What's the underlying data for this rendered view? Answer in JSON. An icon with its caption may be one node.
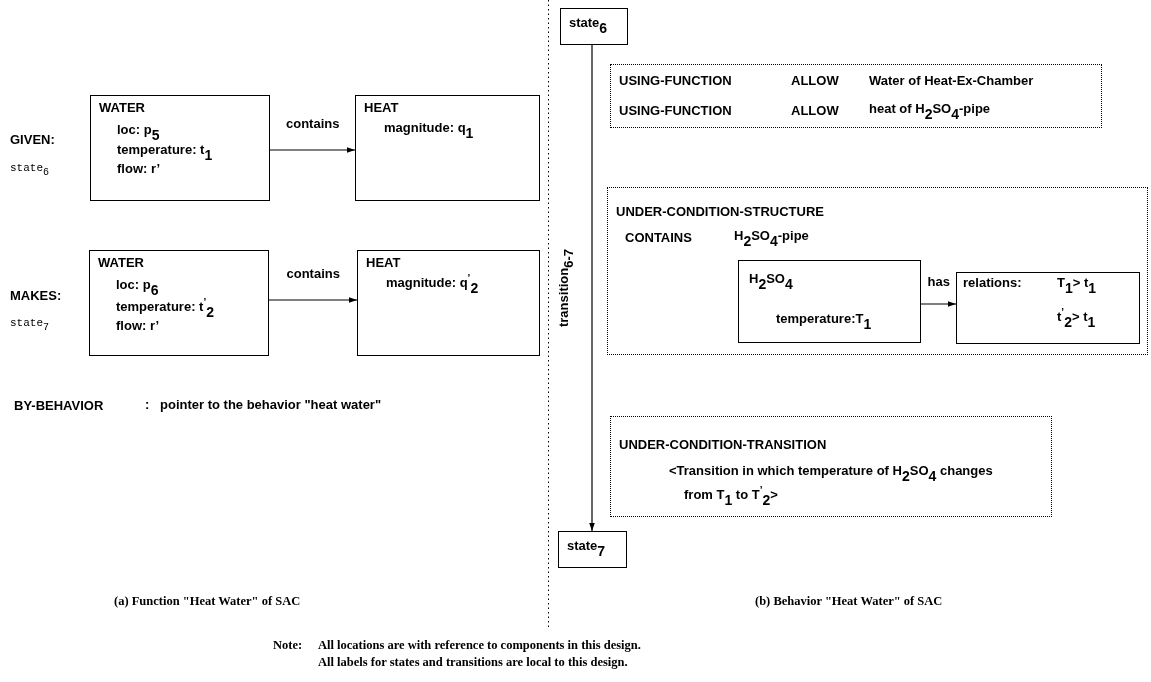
{
  "diagram": {
    "nodes": [
      {
        "text": [
          "WATER",
          "loc: p$_{5}$",
          "temperature: t$_{1}$",
          "flow: r’"
        ]
      },
      {
        "text": [
          "HEAT",
          "magnitude: q$_{1}$"
        ]
      },
      {
        "text": [
          "WATER",
          "loc: p$_{6}$",
          "temperature: t$^{’}$$_{2}$",
          "flow: r’"
        ]
      },
      {
        "text": [
          "HEAT",
          "magnitude: q$^{’}$$_{2}$"
        ]
      },
      {
        "text": [
          "state$_{6}$"
        ]
      },
      {
        "text": [
          "USING-FUNCTION",
          "ALLOW",
          "Water of Heat-Ex-Chamber",
          "USING-FUNCTION",
          "ALLOW",
          "heat of H$_{2}$SO$_{4}$-pipe"
        ]
      },
      {
        "text": [
          "UNDER-CONDITION-STRUCTURE",
          "CONTAINS",
          "H$_{2}$SO$_{4}$-pipe"
        ]
      },
      {
        "text": [
          "H$_{2}$SO$_{4}$",
          "temperature:T$_{1}$"
        ],
        "in": 6
      },
      {
        "text": [
          "relations:",
          "T$_{1}$> t$_{1}$",
          "t$^{’}$$_{2}$> t$_{1}$"
        ],
        "in": 6
      },
      {
        "text": [
          "UNDER-CONDITION-TRANSITION",
          "<Transition in which temperature of H$_{2}$SO$_{4}$ changes from T$_{1}$ to T$^{’}$$_{2}$>"
        ]
      },
      {
        "text": [
          "state$_{7}$"
        ]
      }
    ],
    "edges": [
      {
        "from": 0,
        "to": 1,
        "arrow": "to",
        "label": "contains"
      },
      {
        "from": 2,
        "to": 3,
        "arrow": "to",
        "label": "contains"
      },
      {
        "from": 7,
        "to": 8,
        "arrow": "to",
        "label": "has"
      },
      {
        "from": 4,
        "to": 10,
        "arrow": "to",
        "label": "transition$_{6-7}$"
      }
    ],
    "labels": [
      "GIVEN:",
      "state$_{6}$",
      "MAKES:",
      "state$_{7}$",
      "BY-BEHAVIOR",
      ":",
      "pointer to the behavior \"heat water\"",
      "(a) Function \"Heat Water\" of SAC",
      "(b) Behavior \"Heat Water\" of SAC",
      "Note:",
      "All locations are with reference to components in this design.",
      "All labels for states and transitions are local to this design."
    ]
  }
}
